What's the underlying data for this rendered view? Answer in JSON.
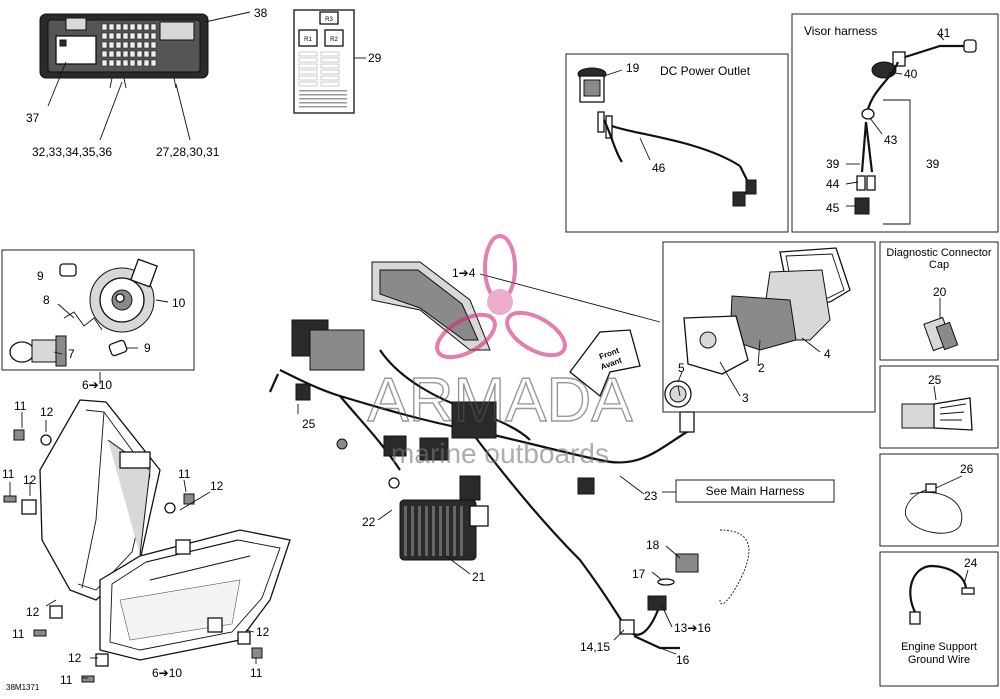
{
  "boxes": {
    "dc_power_outlet": "DC Power Outlet",
    "visor_harness": "Visor harness",
    "diagnostic_cap_line1": "Diagnostic Connector",
    "diagnostic_cap_line2": "Cap",
    "engine_support_line1": "Engine Support",
    "engine_support_line2": "Ground Wire",
    "see_main_harness": "See Main Harness"
  },
  "callouts": {
    "c38": "38",
    "c29": "29",
    "c37": "37",
    "c32_36": "32,33,34,35,36",
    "c27_31": "27,28,30,31",
    "c19": "19",
    "c46": "46",
    "c41": "41",
    "c40": "40",
    "c43": "43",
    "c39a": "39",
    "c39b": "39",
    "c44": "44",
    "c45": "45",
    "c1_4": "1➔4",
    "c9a": "9",
    "c10": "10",
    "c8": "8",
    "c7": "7",
    "c9b": "9",
    "c6_10a": "6➔10",
    "c11a": "11",
    "c12a": "12",
    "c11b": "11",
    "c12b": "12",
    "c12c": "12",
    "c11c": "11",
    "c12d": "12",
    "c11d": "11",
    "c12e": "12",
    "c12f": "12",
    "c11e": "11",
    "c11f": "11",
    "c6_10b": "6➔10",
    "c25a": "25",
    "c22": "22",
    "c21": "21",
    "c23": "23",
    "c18": "18",
    "c17": "17",
    "c13_16": "13➔16",
    "c14_15": "14,15",
    "c16": "16",
    "c5": "5",
    "c3": "3",
    "c2": "2",
    "c4": "4",
    "c20": "20",
    "c25b": "25",
    "c26": "26",
    "c24": "24"
  },
  "fuse_box": {
    "r3": "R3",
    "r1": "R1",
    "r2": "R2"
  },
  "arrow_tag": {
    "line1": "Front",
    "line2": "Avant"
  },
  "watermark": {
    "brand": "ARMADA",
    "tagline": "marine outboards"
  },
  "diagram_code": "38M1371"
}
